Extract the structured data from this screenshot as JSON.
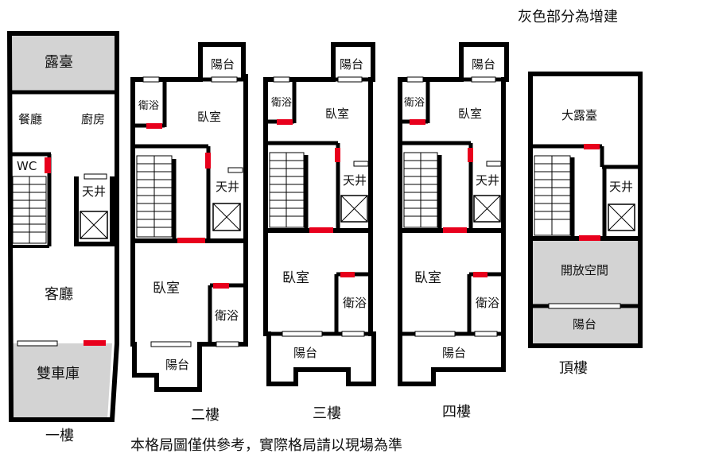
{
  "header": {
    "note": "灰色部分為增建"
  },
  "footer": {
    "disclaimer": "本格局圖僅供參考，實際格局請以現場為準"
  },
  "floors": {
    "f1": {
      "title": "一樓",
      "rooms": {
        "terrace": "露臺",
        "dining": "餐廳",
        "kitchen": "廚房",
        "wc": "WC",
        "lightwell": "天井",
        "living": "客廳",
        "garage": "雙車庫"
      }
    },
    "f2": {
      "title": "二樓",
      "rooms": {
        "balcony_top": "陽台",
        "bath_top": "衛浴",
        "bedroom_top": "臥室",
        "lightwell": "天井",
        "bedroom_main": "臥室",
        "bath": "衛浴",
        "balcony": "陽台"
      }
    },
    "f3": {
      "title": "三樓",
      "rooms": {
        "balcony_top": "陽台",
        "bath_top": "衛浴",
        "bedroom_top": "臥室",
        "lightwell": "天井",
        "bedroom_main": "臥室",
        "bath": "衛浴",
        "balcony": "陽台"
      }
    },
    "f4": {
      "title": "四樓",
      "rooms": {
        "balcony_top": "陽台",
        "bath_top": "衛浴",
        "bedroom_top": "臥室",
        "lightwell": "天井",
        "bedroom_main": "臥室",
        "bath": "衛浴",
        "balcony": "陽台"
      }
    },
    "roof": {
      "title": "頂樓",
      "rooms": {
        "terrace": "大露臺",
        "lightwell": "天井",
        "open_space": "開放空間",
        "balcony": "陽台"
      }
    }
  },
  "colors": {
    "wall": "#000000",
    "addition_fill": "#d3d3d3",
    "door": "#e8001c",
    "window": "#ffffff"
  }
}
